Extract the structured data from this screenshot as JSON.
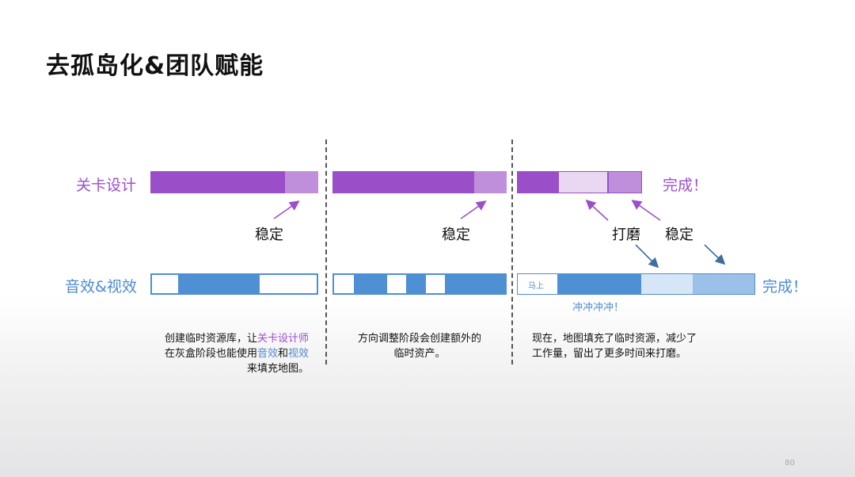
{
  "title": "去孤岛化&团队赋能",
  "rows": {
    "level_design": "关卡设计",
    "audio_visual": "音效&视效"
  },
  "labels": {
    "stable": "稳定",
    "polish": "打磨",
    "done": "完成！",
    "right_away": "马上",
    "rush": "冲冲冲冲！"
  },
  "notes": {
    "col1": {
      "l1_a": "创建临时资源库，让",
      "l1_b": "关卡设计师",
      "l2_a": "在灰盒阶段也能使用",
      "l2_b": "音效",
      "l2_c": "和",
      "l2_d": "视效",
      "l3": "来填充地图。"
    },
    "col2": {
      "l1": "方向调整阶段会创建额外的",
      "l2": "临时资产。"
    },
    "col3": {
      "l1": "现在，地图填充了临时资源，减少了",
      "l2": "工作量，留出了更多时间来打磨。"
    }
  },
  "page_number": "80",
  "colors": {
    "purple": "#9a4fc9",
    "purple_light": "#c08fdc",
    "blue": "#4f8fd3",
    "blue_light": "#9cc1e8"
  }
}
